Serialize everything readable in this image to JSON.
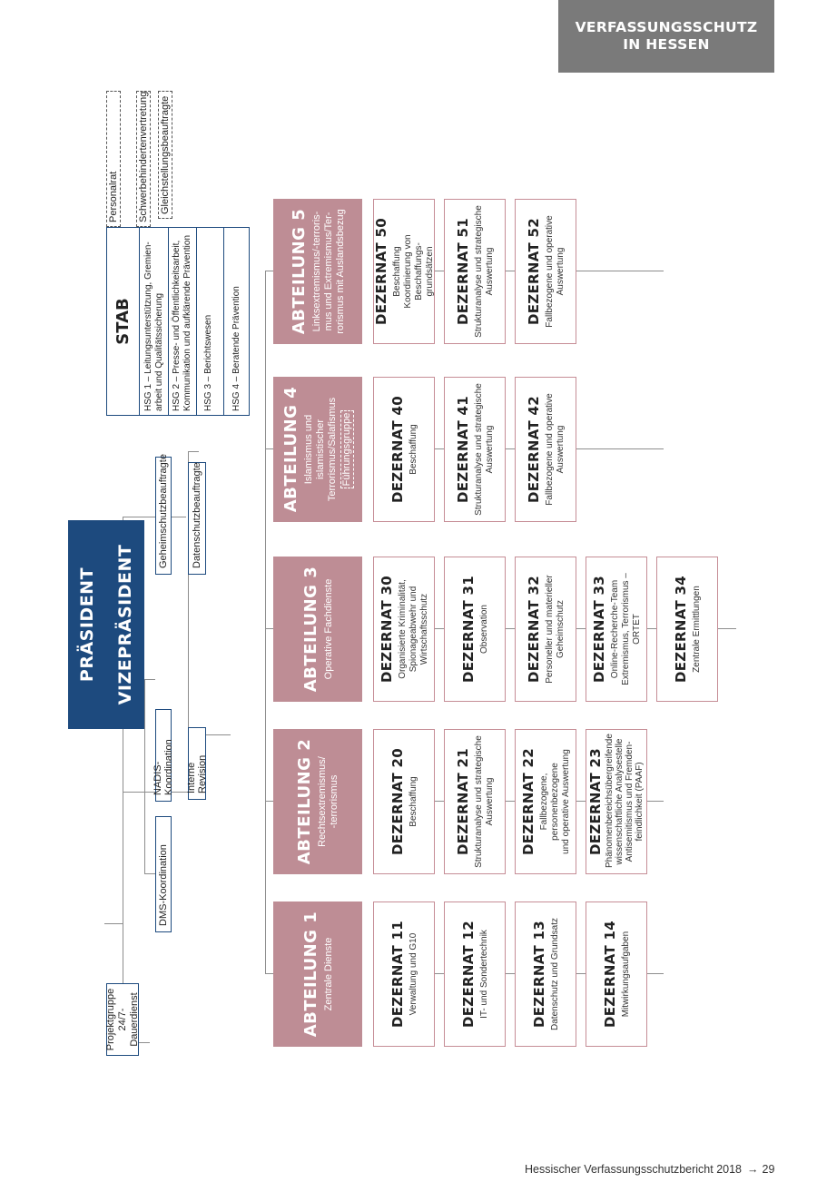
{
  "header": {
    "line1": "VERFASSUNGSSCHUTZ",
    "line2": "IN HESSEN"
  },
  "footer": {
    "title": "Hessischer Verfassungsschutzbericht 2018",
    "arrow": "→",
    "page": "29"
  },
  "leadership": {
    "president": "PRÄSIDENT",
    "vice_president": "VIZEPRÄSIDENT"
  },
  "project_group": {
    "line1": "Projektgruppe",
    "line2": "24/7-Dauerdienst"
  },
  "units": {
    "dms": "DMS-Koordination",
    "nadis": "NADIS-Koordination",
    "revision": "Interne Revision",
    "geheimschutz": "Geheimschutzbeauftragte",
    "datenschutz": "Datenschutzbeauftragte"
  },
  "reps": {
    "personalrat": "Personalrat",
    "schwerbehinderten": "Schwerbehindertenvertretung",
    "gleichstellung": "Gleichstellungsbeauftragte"
  },
  "stab": {
    "title": "STAB",
    "hsg1_a": "HSG 1 – Leitungsunterstützung, Gremien-",
    "hsg1_b": "arbeit und Qualitätssicherung",
    "hsg2_a": "HSG 2 – Presse- und Öffentlichkeitsarbeit,",
    "hsg2_b": "Kommunikation und aufklärende Prävention",
    "hsg3": "HSG 3 – Berichtswesen",
    "hsg4": "HSG 4 – Beratende Prävention"
  },
  "departments": [
    {
      "title": "ABTEILUNG 1",
      "subtitle": [
        "Zentrale Dienste"
      ],
      "divisions": [
        {
          "title": "DEZERNAT 11",
          "desc": [
            "Verwaltung und G10"
          ]
        },
        {
          "title": "DEZERNAT 12",
          "desc": [
            "IT- und Sondertechnik"
          ]
        },
        {
          "title": "DEZERNAT 13",
          "desc": [
            "Datenschutz und Grundsatz"
          ]
        },
        {
          "title": "DEZERNAT 14",
          "desc": [
            "Mitwirkungsaufgaben"
          ]
        }
      ]
    },
    {
      "title": "ABTEILUNG 2",
      "subtitle": [
        "Rechtsextremismus/",
        "-terrorismus"
      ],
      "divisions": [
        {
          "title": "DEZERNAT 20",
          "desc": [
            "Beschaffung"
          ]
        },
        {
          "title": "DEZERNAT 21",
          "desc": [
            "Strukturanalyse und strategische",
            "Auswertung"
          ]
        },
        {
          "title": "DEZERNAT 22",
          "desc": [
            "Fallbezogene, personenbezogene",
            "und operative Auswertung"
          ]
        },
        {
          "title": "DEZERNAT 23",
          "desc": [
            "Phänomenbereichsübergreifende",
            "wissenschaftliche Analysestelle",
            "Antisemitismus und Fremden-",
            "feindlichkeit (PAAF)"
          ]
        }
      ]
    },
    {
      "title": "ABTEILUNG 3",
      "subtitle": [
        "Operative Fachdienste"
      ],
      "divisions": [
        {
          "title": "DEZERNAT 30",
          "desc": [
            "Organisierte Kriminalität,",
            "Spionageabwehr und",
            "Wirtschaftsschutz"
          ]
        },
        {
          "title": "DEZERNAT 31",
          "desc": [
            "Observation"
          ]
        },
        {
          "title": "DEZERNAT 32",
          "desc": [
            "Personeller und materieller",
            "Geheimschutz"
          ]
        },
        {
          "title": "DEZERNAT 33",
          "desc": [
            "Online-Recherche-Team",
            "Extremismus, Terrorismus – ORTET"
          ]
        },
        {
          "title": "DEZERNAT 34",
          "desc": [
            "Zentrale Ermittlungen"
          ]
        }
      ]
    },
    {
      "title": "ABTEILUNG 4",
      "subtitle": [
        "Islamismus und islamistischer",
        "Terrorismus/Salafismus"
      ],
      "fuehrung": "Führungsgruppe",
      "divisions": [
        {
          "title": "DEZERNAT 40",
          "desc": [
            "Beschaffung"
          ]
        },
        {
          "title": "DEZERNAT 41",
          "desc": [
            "Strukturanalyse und strategische",
            "Auswertung"
          ]
        },
        {
          "title": "DEZERNAT 42",
          "desc": [
            "Fallbezogene und operative",
            "Auswertung"
          ]
        }
      ]
    },
    {
      "title": "ABTEILUNG 5",
      "subtitle": [
        "Linksextremismus/-terroris-",
        "mus und Extremismus/Ter-",
        "rorismus mit Auslandsbezug"
      ],
      "divisions": [
        {
          "title": "DEZERNAT 50",
          "desc": [
            "Beschaffung",
            "Koordinierung von Beschaffungs-",
            "grundsätzen"
          ]
        },
        {
          "title": "DEZERNAT 51",
          "desc": [
            "Strukturanalyse und strategische",
            "Auswertung"
          ]
        },
        {
          "title": "DEZERNAT 52",
          "desc": [
            "Fallbezogene und operative",
            "Auswertung"
          ]
        }
      ]
    }
  ]
}
